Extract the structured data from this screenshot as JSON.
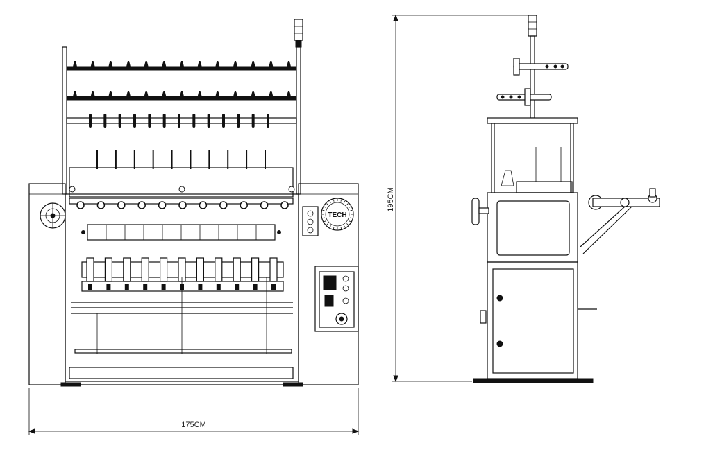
{
  "dimensions": {
    "width_label": "175CM",
    "height_label": "195CM"
  },
  "badge_text": "TECH",
  "counts": {
    "front_spools": 13,
    "front_needles": 10
  }
}
